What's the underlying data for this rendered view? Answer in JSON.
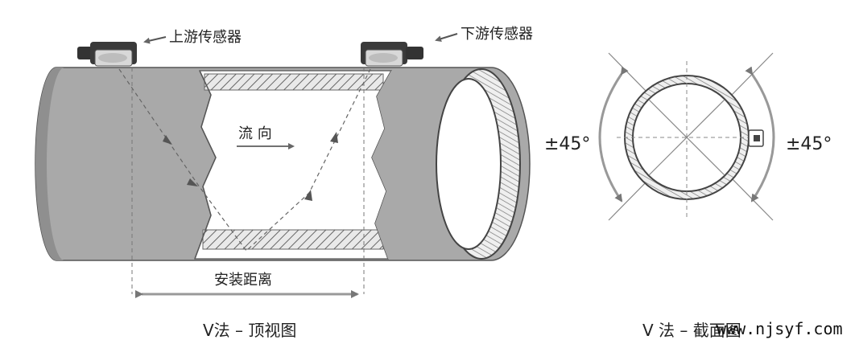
{
  "labels": {
    "upstream_sensor": "上游传感器",
    "downstream_sensor": "下游传感器",
    "flow_direction": "流 向",
    "install_distance": "安装距离",
    "angle_left": "±45°",
    "angle_right": "±45°"
  },
  "captions": {
    "top_view": "V法 – 顶视图",
    "section_view": "V 法 – 截面图"
  },
  "watermark": "www.njsyf.com",
  "colors": {
    "pipe_fill": "#a9a9a9",
    "pipe_dark": "#8f8f8f",
    "inner_fill": "#ffffff",
    "line": "#555555",
    "hatch": "#666666"
  }
}
